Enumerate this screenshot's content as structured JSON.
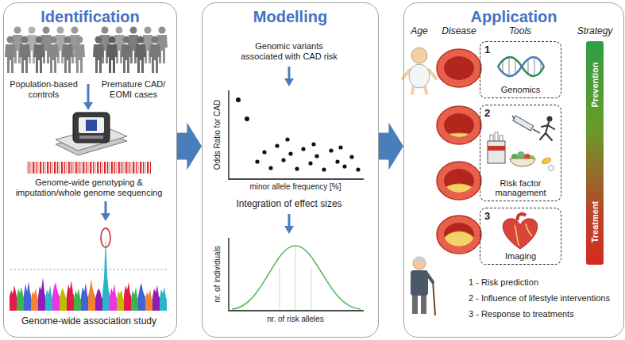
{
  "diagram": {
    "nodes": [
      {
        "text": [
          "Identification"
        ]
      },
      {
        "text": [
          "Modelling"
        ]
      },
      {
        "text": [
          "Application"
        ]
      },
      {
        "text": [
          "1",
          "Genomics"
        ],
        "in": 2
      },
      {
        "text": [
          "2",
          "Risk factor management"
        ],
        "in": 2
      },
      {
        "text": [
          "3",
          "Imaging"
        ],
        "in": 2
      },
      {
        "text": [
          "Prevention",
          "Treatment"
        ],
        "in": 2
      }
    ],
    "edges": [
      {
        "from": 0,
        "to": 1,
        "arrow": "to"
      },
      {
        "from": 1,
        "to": 2,
        "arrow": "to"
      }
    ],
    "labels": [
      "Population-based controls",
      "Premature CAD/ EOMI cases",
      "Genome-wide genotyping & imputation/whole genome sequencing",
      "Genome-wide association study",
      "Genomic variants associated with CAD risk",
      "Odds Ratio for CAD",
      "minor allele frequency [%]",
      "Integration of effect sizes",
      "nr. of individuals",
      "nr. of risk alleles",
      "Age",
      "Disease",
      "Tools",
      "Strategy",
      "1 - Risk prediction",
      "2 - Influence of lifestyle interventions",
      "3 - Response to treatments"
    ]
  }
}
